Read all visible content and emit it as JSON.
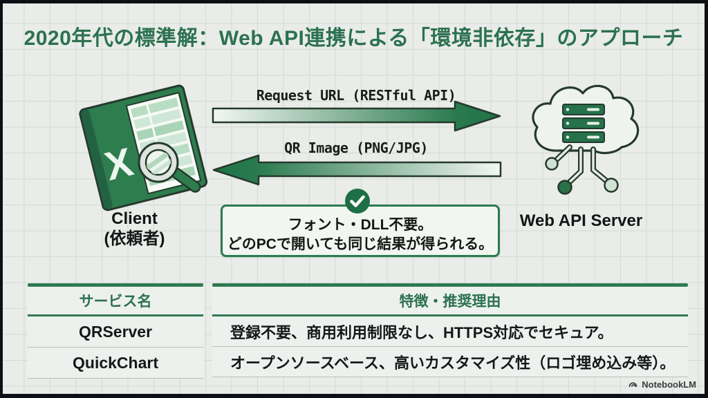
{
  "slide": {
    "title": "2020年代の標準解：Web API連携による「環境非依存」のアプローチ",
    "client": {
      "label": "Client",
      "sublabel": "(依頼者)"
    },
    "server": {
      "label": "Web API Server"
    },
    "arrows": {
      "request": "Request URL (RESTful API)",
      "response": "QR Image (PNG/JPG)"
    },
    "callout": {
      "line1": "フォント・DLL不要。",
      "line2": "どのPCで開いても同じ結果が得られる。"
    },
    "table": {
      "headers": [
        "サービス名",
        "特徴・推奨理由"
      ],
      "rows": [
        {
          "service": "QRServer",
          "feature": "登録不要、商用利用制限なし、HTTPS対応でセキュア。"
        },
        {
          "service": "QuickChart",
          "feature": "オープンソースベース、高いカスタマイズ性（ロゴ埋め込み等）。"
        }
      ]
    },
    "footer": {
      "brand": "NotebookLM"
    },
    "colors": {
      "title_green": "#2c7150",
      "accent_green": "#1e7a49",
      "outline_dark": "#25392c",
      "check_green": "#1e6f45",
      "callout_bg": "#f1f6f1",
      "page_bg": "#e9ece8",
      "grid_line": "#d3dad4",
      "frame": "#0c1014"
    }
  }
}
